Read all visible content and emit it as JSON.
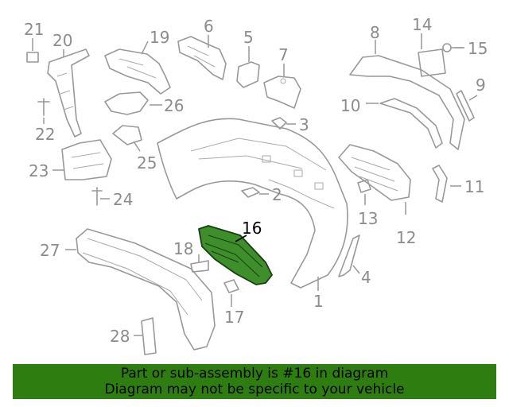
{
  "callouts": {
    "c1": "1",
    "c2": "2",
    "c3": "3",
    "c4": "4",
    "c5": "5",
    "c6": "6",
    "c7": "7",
    "c8": "8",
    "c9": "9",
    "c10": "10",
    "c11": "11",
    "c12": "12",
    "c13": "13",
    "c14": "14",
    "c15": "15",
    "c16": "16",
    "c17": "17",
    "c18": "18",
    "c19": "19",
    "c20": "20",
    "c21": "21",
    "c22": "22",
    "c23": "23",
    "c24": "24",
    "c25": "25",
    "c26": "26",
    "c27": "27",
    "c28": "28"
  },
  "highlighted_part": "16",
  "banner": {
    "line1": "Part or sub-assembly is #16 in diagram",
    "line2": "Diagram may not be specific to your vehicle"
  },
  "colors": {
    "highlight_fill": "#3e8e2b",
    "banner_bg": "#2e7d10",
    "line_art": "#999999"
  }
}
